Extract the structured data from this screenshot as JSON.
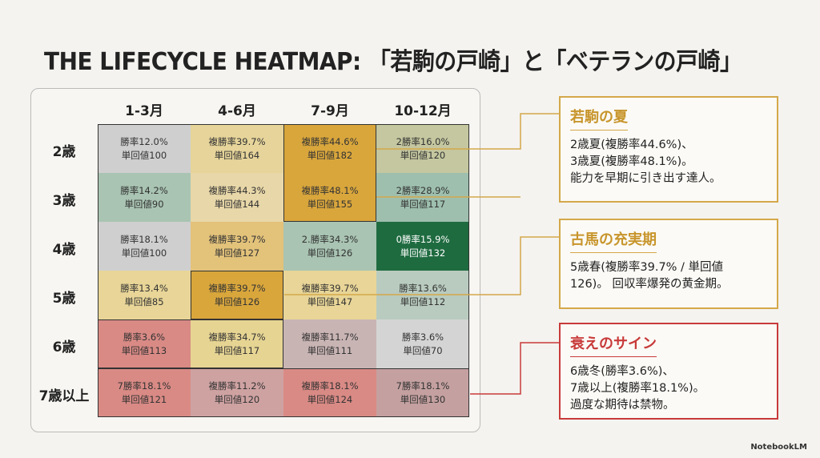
{
  "title": "THE LIFECYCLE HEATMAP: 「若駒の戸崎」と「ベテランの戸崎」",
  "columns": [
    "1-3月",
    "4-6月",
    "7-9月",
    "10-12月"
  ],
  "rows": [
    {
      "label": "2歳",
      "cells": [
        [
          "勝率12.0%",
          "単回値100"
        ],
        [
          "複勝率39.7%",
          "単回値164"
        ],
        [
          "複勝率44.6%",
          "単回値182"
        ],
        [
          "2勝率16.0%",
          "単回値120"
        ]
      ]
    },
    {
      "label": "3歳",
      "cells": [
        [
          "勝率14.2%",
          "単回値90"
        ],
        [
          "複勝率44.3%",
          "単回値144"
        ],
        [
          "複勝率48.1%",
          "単回値155"
        ],
        [
          "2勝率28.9%",
          "単回値117"
        ]
      ]
    },
    {
      "label": "4歳",
      "cells": [
        [
          "勝率18.1%",
          "単回値100"
        ],
        [
          "複勝率39.7%",
          "単回値127"
        ],
        [
          "2.勝率34.3%",
          "単回値126"
        ],
        [
          "0勝率15.9%",
          "単回値132"
        ]
      ]
    },
    {
      "label": "5歳",
      "cells": [
        [
          "勝率13.4%",
          "単回値85"
        ],
        [
          "複勝率39.7%",
          "単回値126"
        ],
        [
          "複勝率39.7%",
          "単回値147"
        ],
        [
          "勝率13.6%",
          "単回値112"
        ]
      ]
    },
    {
      "label": "6歳",
      "cells": [
        [
          "勝率3.6%",
          "単回値113"
        ],
        [
          "複勝率34.7%",
          "単回値117"
        ],
        [
          "複勝率11.7%",
          "単回値111"
        ],
        [
          "勝率3.6%",
          "単回値70"
        ]
      ]
    },
    {
      "label": "7歳以上",
      "cells": [
        [
          "7勝率18.1%",
          "単回値121"
        ],
        [
          "複勝率11.2%",
          "単回値120"
        ],
        [
          "複勝率18.1%",
          "単回値124"
        ],
        [
          "7勝率18.1%",
          "単回値130"
        ]
      ]
    }
  ],
  "colors": [
    [
      "#cfcfcf",
      "#e6d49a",
      "#d9a63c",
      "#c4c79f"
    ],
    [
      "#a9c4b2",
      "#e8d7a8",
      "#d9a63c",
      "#9ebfae"
    ],
    [
      "#cfcfcf",
      "#e3c27a",
      "#a9c4b2",
      "#1f6b40"
    ],
    [
      "#e8d597",
      "#d9a63c",
      "#e8d597",
      "#b9cbbf"
    ],
    [
      "#d98a85",
      "#e6d493",
      "#c9b4b4",
      "#d4d4d4"
    ],
    [
      "#d98a85",
      "#cfa2a2",
      "#d98a85",
      "#c4a0a0"
    ]
  ],
  "callouts": [
    {
      "title": "若駒の夏",
      "lines": [
        "2歳夏(複勝率44.6%)、",
        "3歳夏(複勝率48.1%)。",
        "能力を早期に引き出す達人。"
      ]
    },
    {
      "title": "古馬の充実期",
      "lines": [
        "5歳春(複勝率39.7% / 単回値",
        "126)。 回収率爆発の黄金期。"
      ]
    },
    {
      "title": "衰えのサイン",
      "lines": [
        "6歳冬(勝率3.6%)、",
        "7歳以上(複勝率18.1%)。",
        "過度な期待は禁物。"
      ]
    }
  ],
  "logo": "NotebookLM"
}
